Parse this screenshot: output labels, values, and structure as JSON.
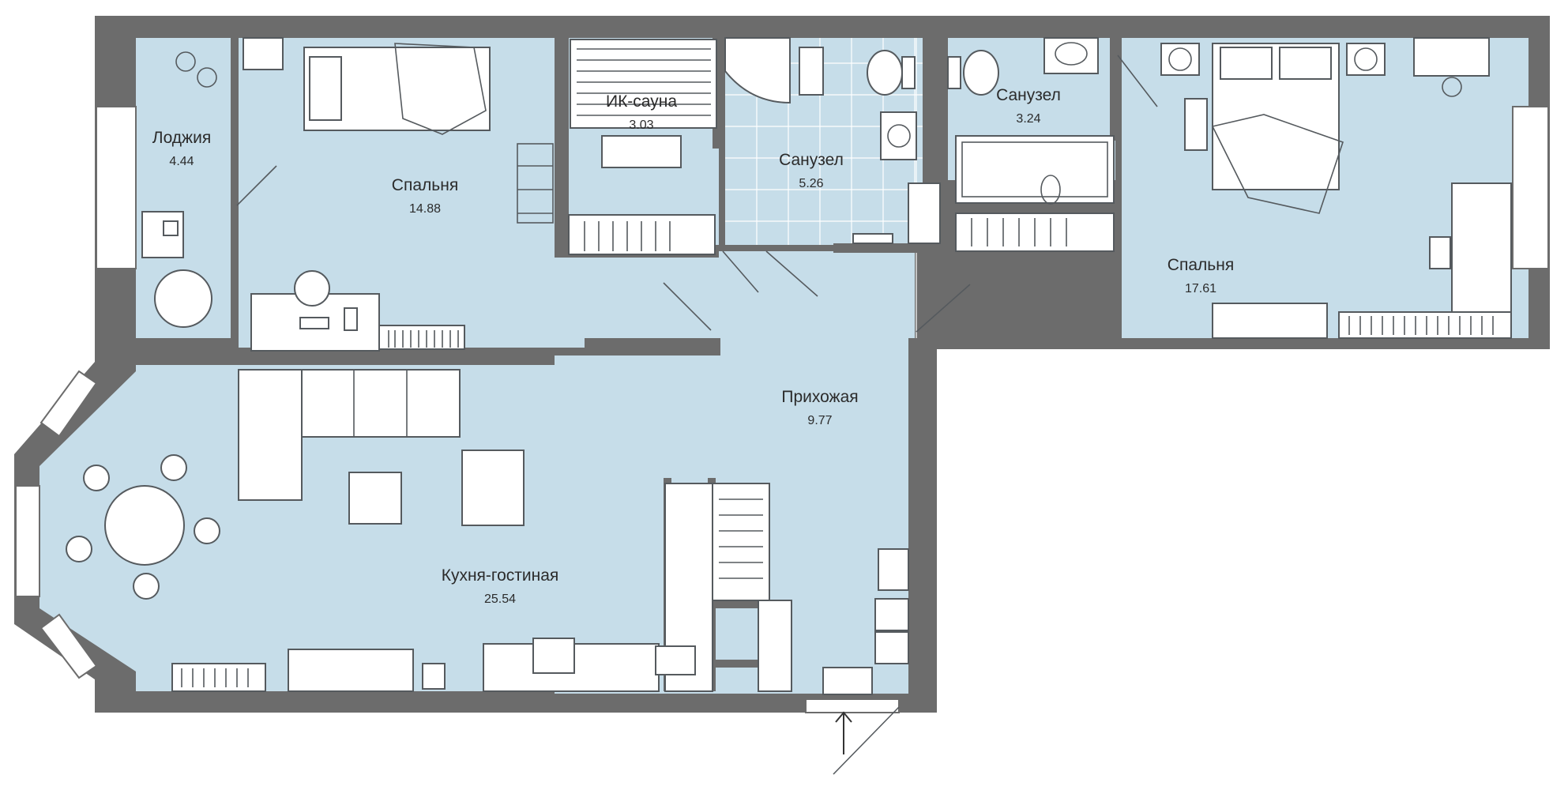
{
  "plan": {
    "colors": {
      "floor": "#c6dde9",
      "wall": "#6c6c6c",
      "furniture_stroke": "#555a5e",
      "background": "#ffffff"
    },
    "rooms": [
      {
        "id": "loggia",
        "name": "Лоджия",
        "area": "4.44"
      },
      {
        "id": "bedroom-1",
        "name": "Спальня",
        "area": "14.88"
      },
      {
        "id": "ir-sauna",
        "name": "ИК-сауна",
        "area": "3.03"
      },
      {
        "id": "bathroom-1",
        "name": "Санузел",
        "area": "5.26"
      },
      {
        "id": "bathroom-2",
        "name": "Санузел",
        "area": "3.24"
      },
      {
        "id": "bedroom-2",
        "name": "Спальня",
        "area": "17.61"
      },
      {
        "id": "hallway",
        "name": "Прихожая",
        "area": "9.77"
      },
      {
        "id": "kitchen-living",
        "name": "Кухня-гостиная",
        "area": "25.54"
      }
    ],
    "entrance_icon": "entrance-arrow-icon"
  }
}
